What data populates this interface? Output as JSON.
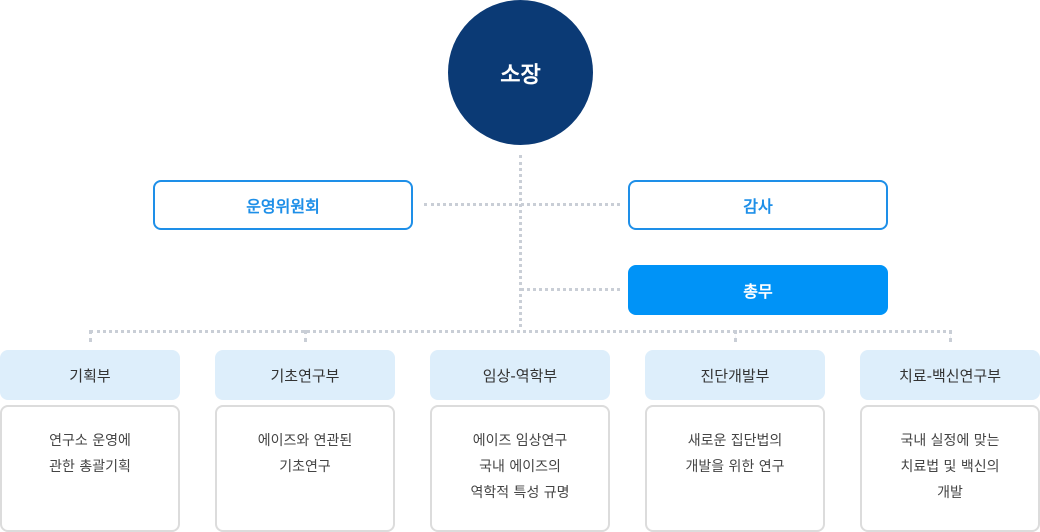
{
  "root": {
    "label": "소장"
  },
  "committee": {
    "label": "운영위원회"
  },
  "audit": {
    "label": "감사"
  },
  "general_affairs": {
    "label": "총무"
  },
  "departments": [
    {
      "name": "기획부",
      "desc": [
        "연구소 운영에",
        "관한 총괄기획"
      ]
    },
    {
      "name": "기초연구부",
      "desc": [
        "에이즈와 연관된",
        "기초연구"
      ]
    },
    {
      "name": "임상-역학부",
      "desc": [
        "에이즈 임상연구",
        "국내 에이즈의",
        "역학적 특성 규명"
      ]
    },
    {
      "name": "진단개발부",
      "desc": [
        "새로운 집단법의",
        "개발을 위한 연구"
      ]
    },
    {
      "name": "치료-백신연구부",
      "desc": [
        "국내 실정에 맞는",
        "치료법 및 백신의",
        "개발"
      ]
    }
  ],
  "colors": {
    "root": "#0b3a75",
    "accent": "#1e8fe8",
    "filled": "#0093f7",
    "dept_head_bg": "#ddeefb",
    "connector": "#c9ced6"
  }
}
